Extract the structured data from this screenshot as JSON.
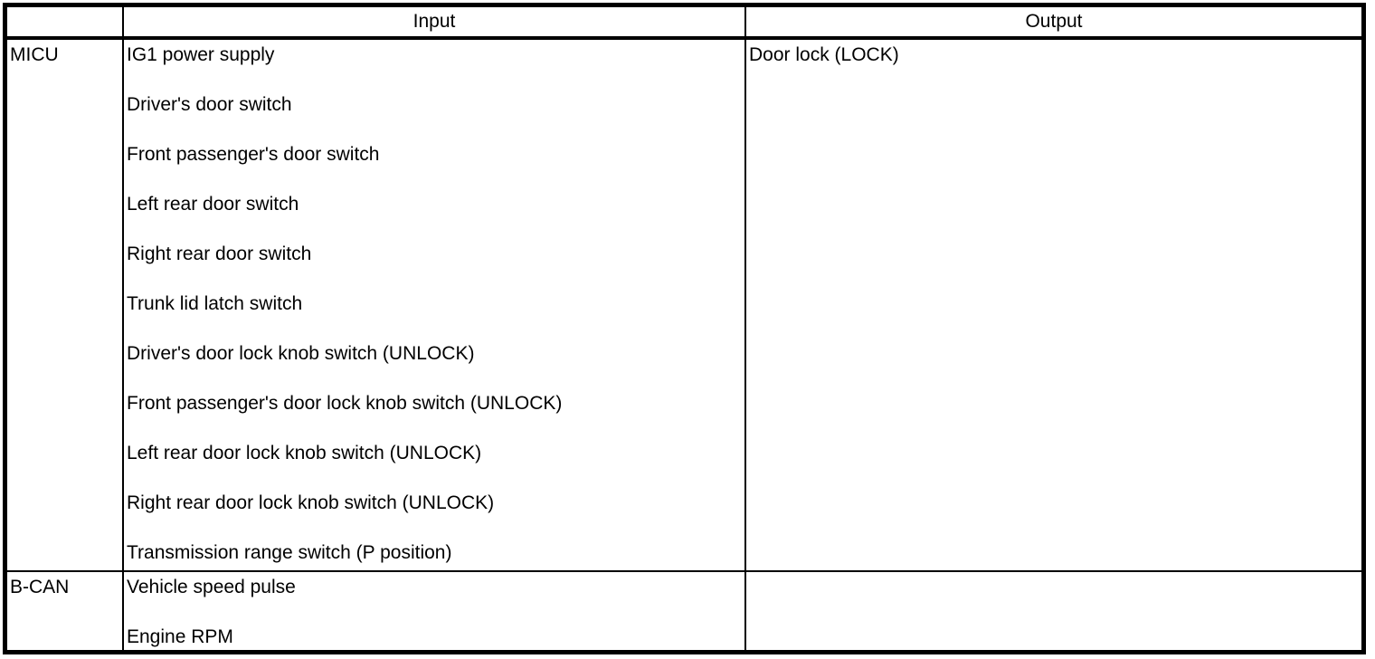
{
  "table": {
    "headers": {
      "source": "",
      "input": "Input",
      "output": "Output"
    },
    "rows": [
      {
        "source": "MICU",
        "inputs": [
          "IG1 power supply",
          "Driver's door switch",
          "Front passenger's door switch",
          "Left rear door switch",
          "Right rear door switch",
          "Trunk lid latch switch",
          "Driver's door lock knob switch (UNLOCK)",
          "Front passenger's door lock knob switch (UNLOCK)",
          "Left rear door lock knob switch (UNLOCK)",
          "Right rear door lock knob switch (UNLOCK)",
          "Transmission range switch (P position)"
        ],
        "outputs": [
          "Door lock (LOCK)"
        ]
      },
      {
        "source": "B-CAN",
        "inputs": [
          "Vehicle speed pulse",
          "Engine RPM"
        ],
        "outputs": []
      }
    ],
    "colors": {
      "border": "#000000",
      "text": "#000000",
      "background": "#ffffff"
    }
  }
}
